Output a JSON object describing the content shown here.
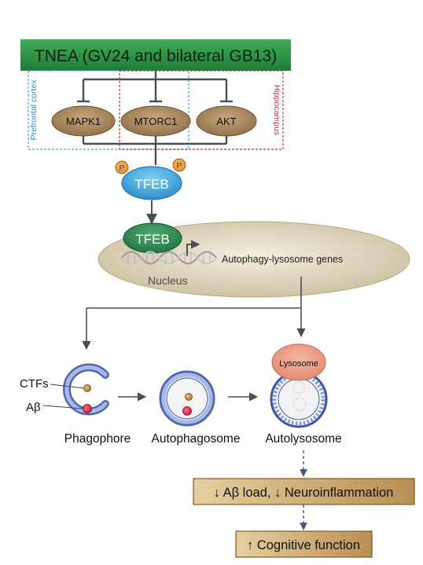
{
  "title": "TNEA (GV24 and bilateral GB13)",
  "regions": {
    "left": "Prefrontal cortex",
    "right": "Hippocampus"
  },
  "kinases": [
    "MAPK1",
    "MTORC1",
    "AKT"
  ],
  "phospho_label": "P",
  "tfeb_label": "TFEB",
  "nucleus": {
    "tfeb_label": "TFEB",
    "genes_label": "Autophagy-lysosome genes",
    "label": "Nucleus"
  },
  "cargo": {
    "ctfs": "CTFs",
    "abeta": "Aβ"
  },
  "stages": [
    "Phagophore",
    "Autophagosome",
    "Autolysosome"
  ],
  "lysosome_label": "Lysosome",
  "outcomes": {
    "first": "↓ Aβ load, ↓ Neuroinflammation",
    "second": "↑ Cognitive function"
  },
  "colors": {
    "title_green": "#2e9a48",
    "kinase_brown": "#a9865b",
    "tfeb_blue": "#3aa3dc",
    "tfeb_green": "#2f8a52",
    "nucleus_beige": "#d8ccb0",
    "phospho_orange": "#e59a3c",
    "lysosome_salmon": "#ec9a82",
    "vesicle_blue": "#8fa3d6",
    "outcome_tan": "#c9a56a",
    "prefrontal_dash": "#3fa8d8",
    "hippocampus_dash": "#a8344e"
  }
}
